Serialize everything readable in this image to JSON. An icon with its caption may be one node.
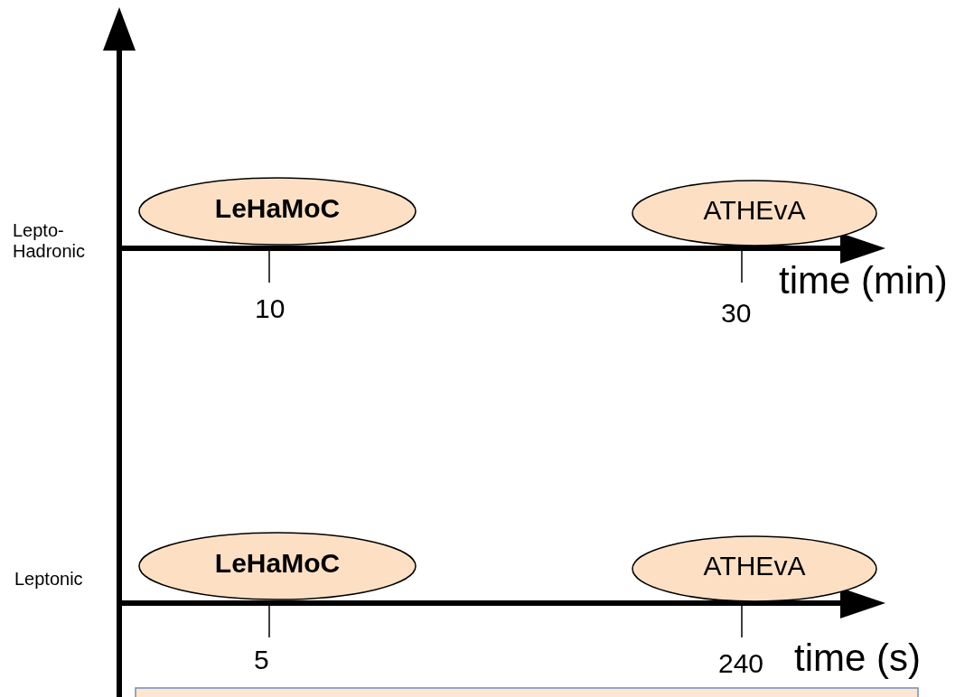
{
  "diagram": {
    "nodes": [
      {
        "text": [
          "LeHaMoC"
        ]
      },
      {
        "text": [
          "ATHEvA"
        ]
      },
      {
        "text": [
          "LeHaMoC"
        ]
      },
      {
        "text": [
          "ATHEvA"
        ]
      }
    ],
    "labels": [
      "Lepto- Hadronic",
      "10",
      "30",
      "time (min)",
      "Leptonic",
      "5",
      "240",
      "time (s)"
    ]
  }
}
